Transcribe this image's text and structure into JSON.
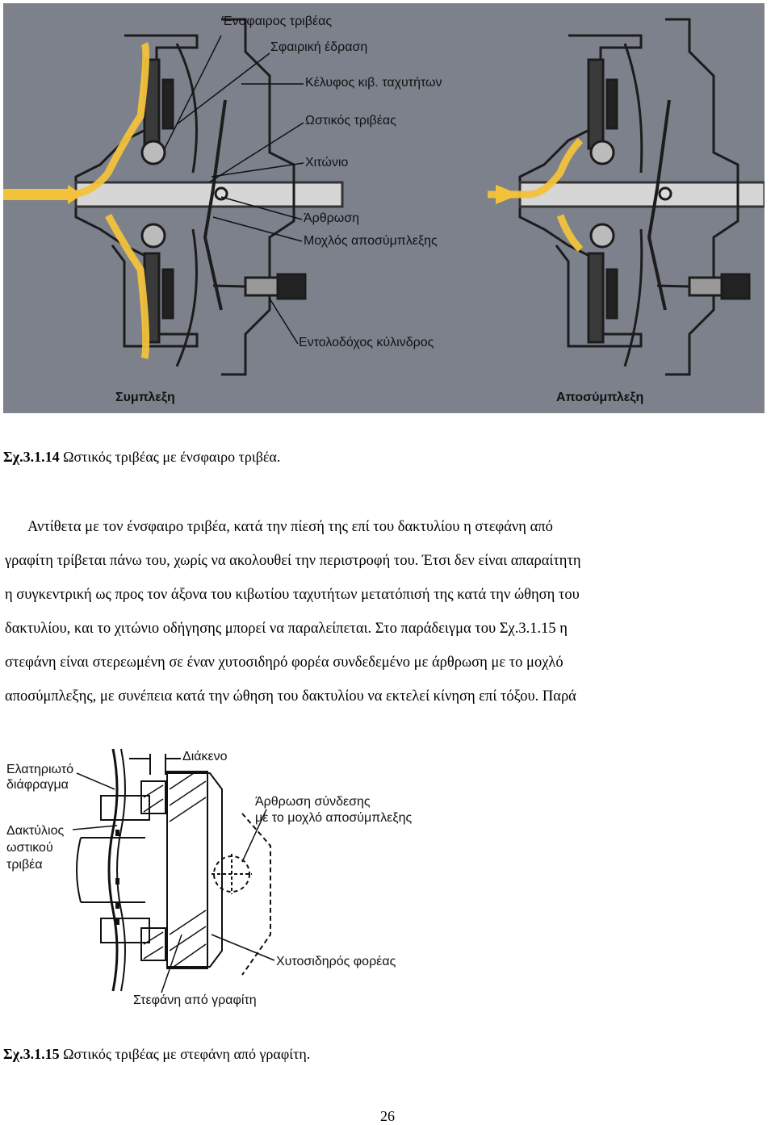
{
  "figure1": {
    "labels": {
      "ball_bearing": "Ένσφαιρος τριβέας",
      "spherical_seat": "Σφαιρική έδραση",
      "gearbox_housing": "Κέλυφος κιβ. ταχυτήτων",
      "thrust_bearing": "Ωστικός τριβέας",
      "sleeve": "Χιτώνιο",
      "joint": "Άρθρωση",
      "release_lever": "Μοχλός αποσύμπλεξης",
      "slave_cylinder": "Εντολοδόχος κύλινδρος"
    },
    "left_caption": "Συμπλεξη",
    "right_caption": "Αποσύμπλεξη",
    "colors": {
      "background": "#7c818c",
      "flow": "#f3c23a"
    }
  },
  "caption1": {
    "number": "Σχ.3.1.14",
    "text": " Ωστικός τριβέας με ένσφαιρο τριβέα."
  },
  "paragraph": {
    "indent": "   ",
    "line1": "Αντίθετα με τον ένσφαιρο τριβέα, κατά την πίεσή της επί του δακτυλίου η στεφάνη από",
    "line2": "γραφίτη τρίβεται πάνω του, χωρίς να ακολουθεί την περιστροφή του. Έτσι δεν είναι απαραίτητη",
    "line3": "η συγκεντρική ως προς τον άξονα του κιβωτίου ταχυτήτων μετατόπισή της κατά την ώθηση του",
    "line4": "δακτυλίου, και το χιτώνιο οδήγησης μπορεί να παραλείπεται. Στο παράδειγμα του Σχ.3.1.15 η",
    "line5": "στεφάνη είναι στερεωμένη σε έναν χυτοσιδηρό φορέα συνδεδεμένο με άρθρωση με το μοχλό",
    "line6": "αποσύμπλεξης, με συνέπεια κατά την ώθηση του δακτυλίου να εκτελεί κίνηση επί τόξου. Παρά"
  },
  "figure2": {
    "clearance": "Διάκενο",
    "diaphragm_l1": "Ελατηριωτό",
    "diaphragm_l2": "διάφραγμα",
    "ring_l1": "Δακτύλιος",
    "ring_l2": "ωστικού",
    "ring_l3": "τριβέα",
    "joint_l1": "Άρθρωση σύνδεσης",
    "joint_l2": "με το μοχλό αποσύμπλεξης",
    "cast_carrier": "Χυτοσιδηρός φορέας",
    "graphite_ring": "Στεφάνη από γραφίτη"
  },
  "caption2": {
    "number": "Σχ.3.1.15",
    "text": " Ωστικός τριβέας με στεφάνη από γραφίτη."
  },
  "page_number": "26"
}
